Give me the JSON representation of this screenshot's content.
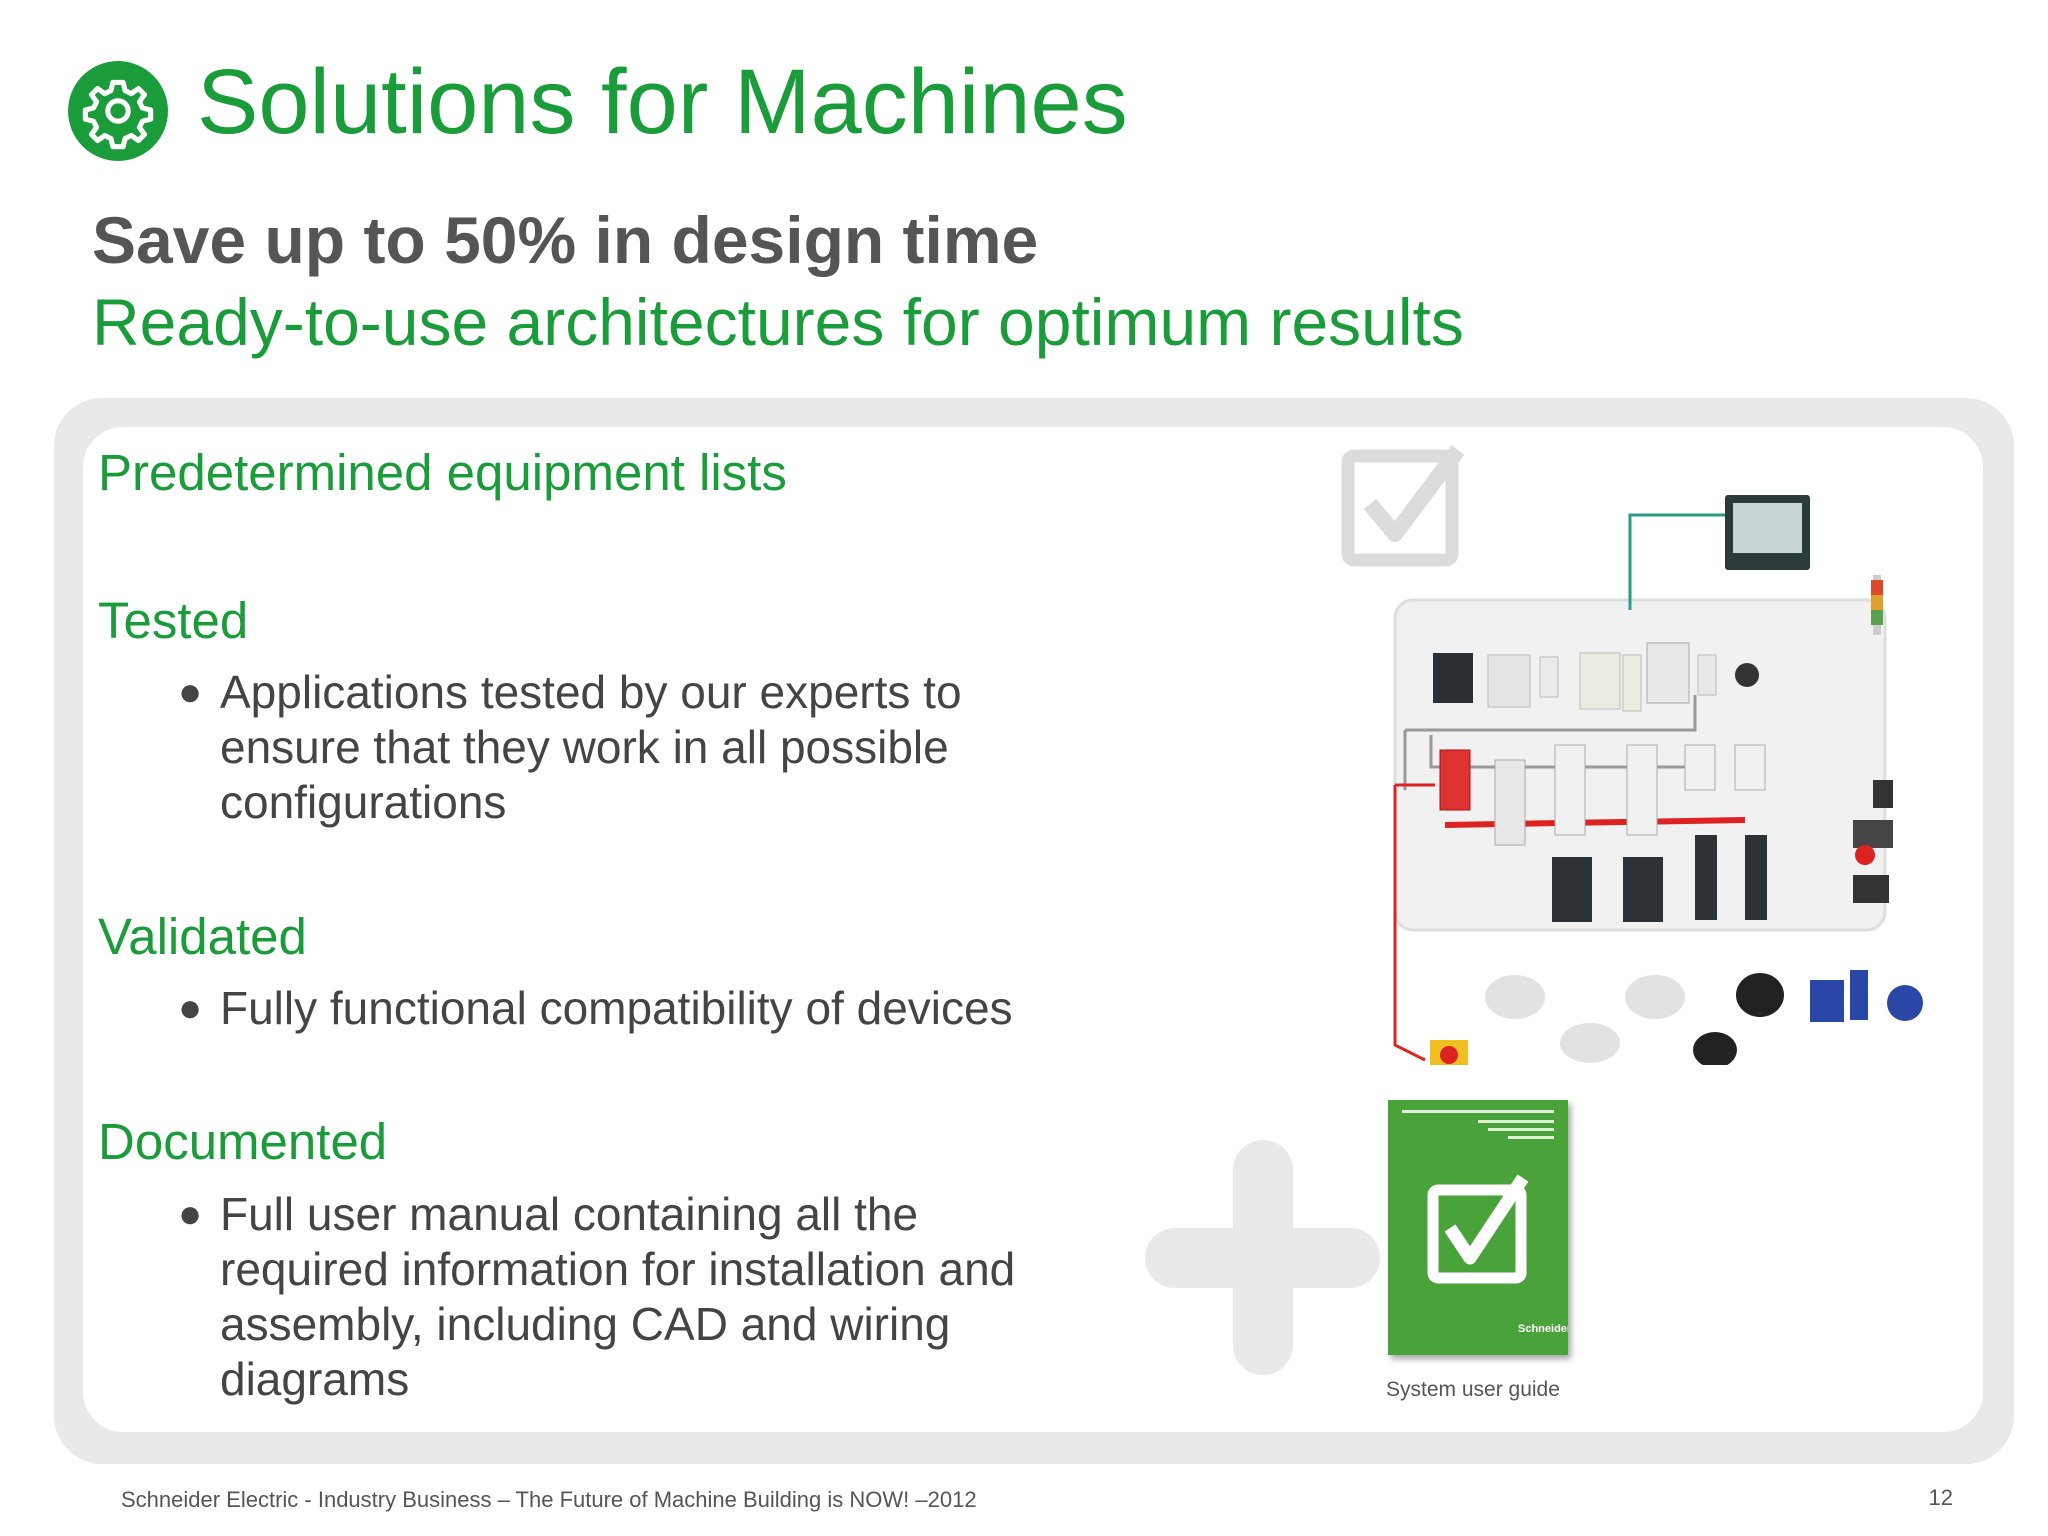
{
  "header": {
    "title": "Solutions for Machines",
    "subtitle_bold": "Save up to 50% in design time",
    "subtitle": "Ready-to-use architectures for optimum results",
    "brand_color": "#1a9c3a",
    "logo_icon": "gear-icon"
  },
  "content": {
    "intro": "Predetermined equipment lists",
    "sections": [
      {
        "heading": "Tested",
        "bullet_lines": [
          "Applications tested by our experts to",
          "ensure that they work in all possible",
          "configurations"
        ]
      },
      {
        "heading": "Validated",
        "bullet_lines": [
          "Fully functional compatibility of devices"
        ]
      },
      {
        "heading": "Documented",
        "bullet_lines": [
          "Full user manual containing all the",
          "required information for installation and",
          "assembly, including CAD and wiring",
          "diagrams"
        ]
      }
    ]
  },
  "illustrations": {
    "guide_caption": "System user guide",
    "guide_brand": "Schneider",
    "guide_color": "#4aa33a",
    "icons": [
      "checkbox-icon",
      "plus-icon",
      "architecture-diagram"
    ]
  },
  "footer": {
    "text": "Schneider Electric - Industry Business – The Future of Machine Building is NOW! –2012",
    "page_number": "12"
  }
}
